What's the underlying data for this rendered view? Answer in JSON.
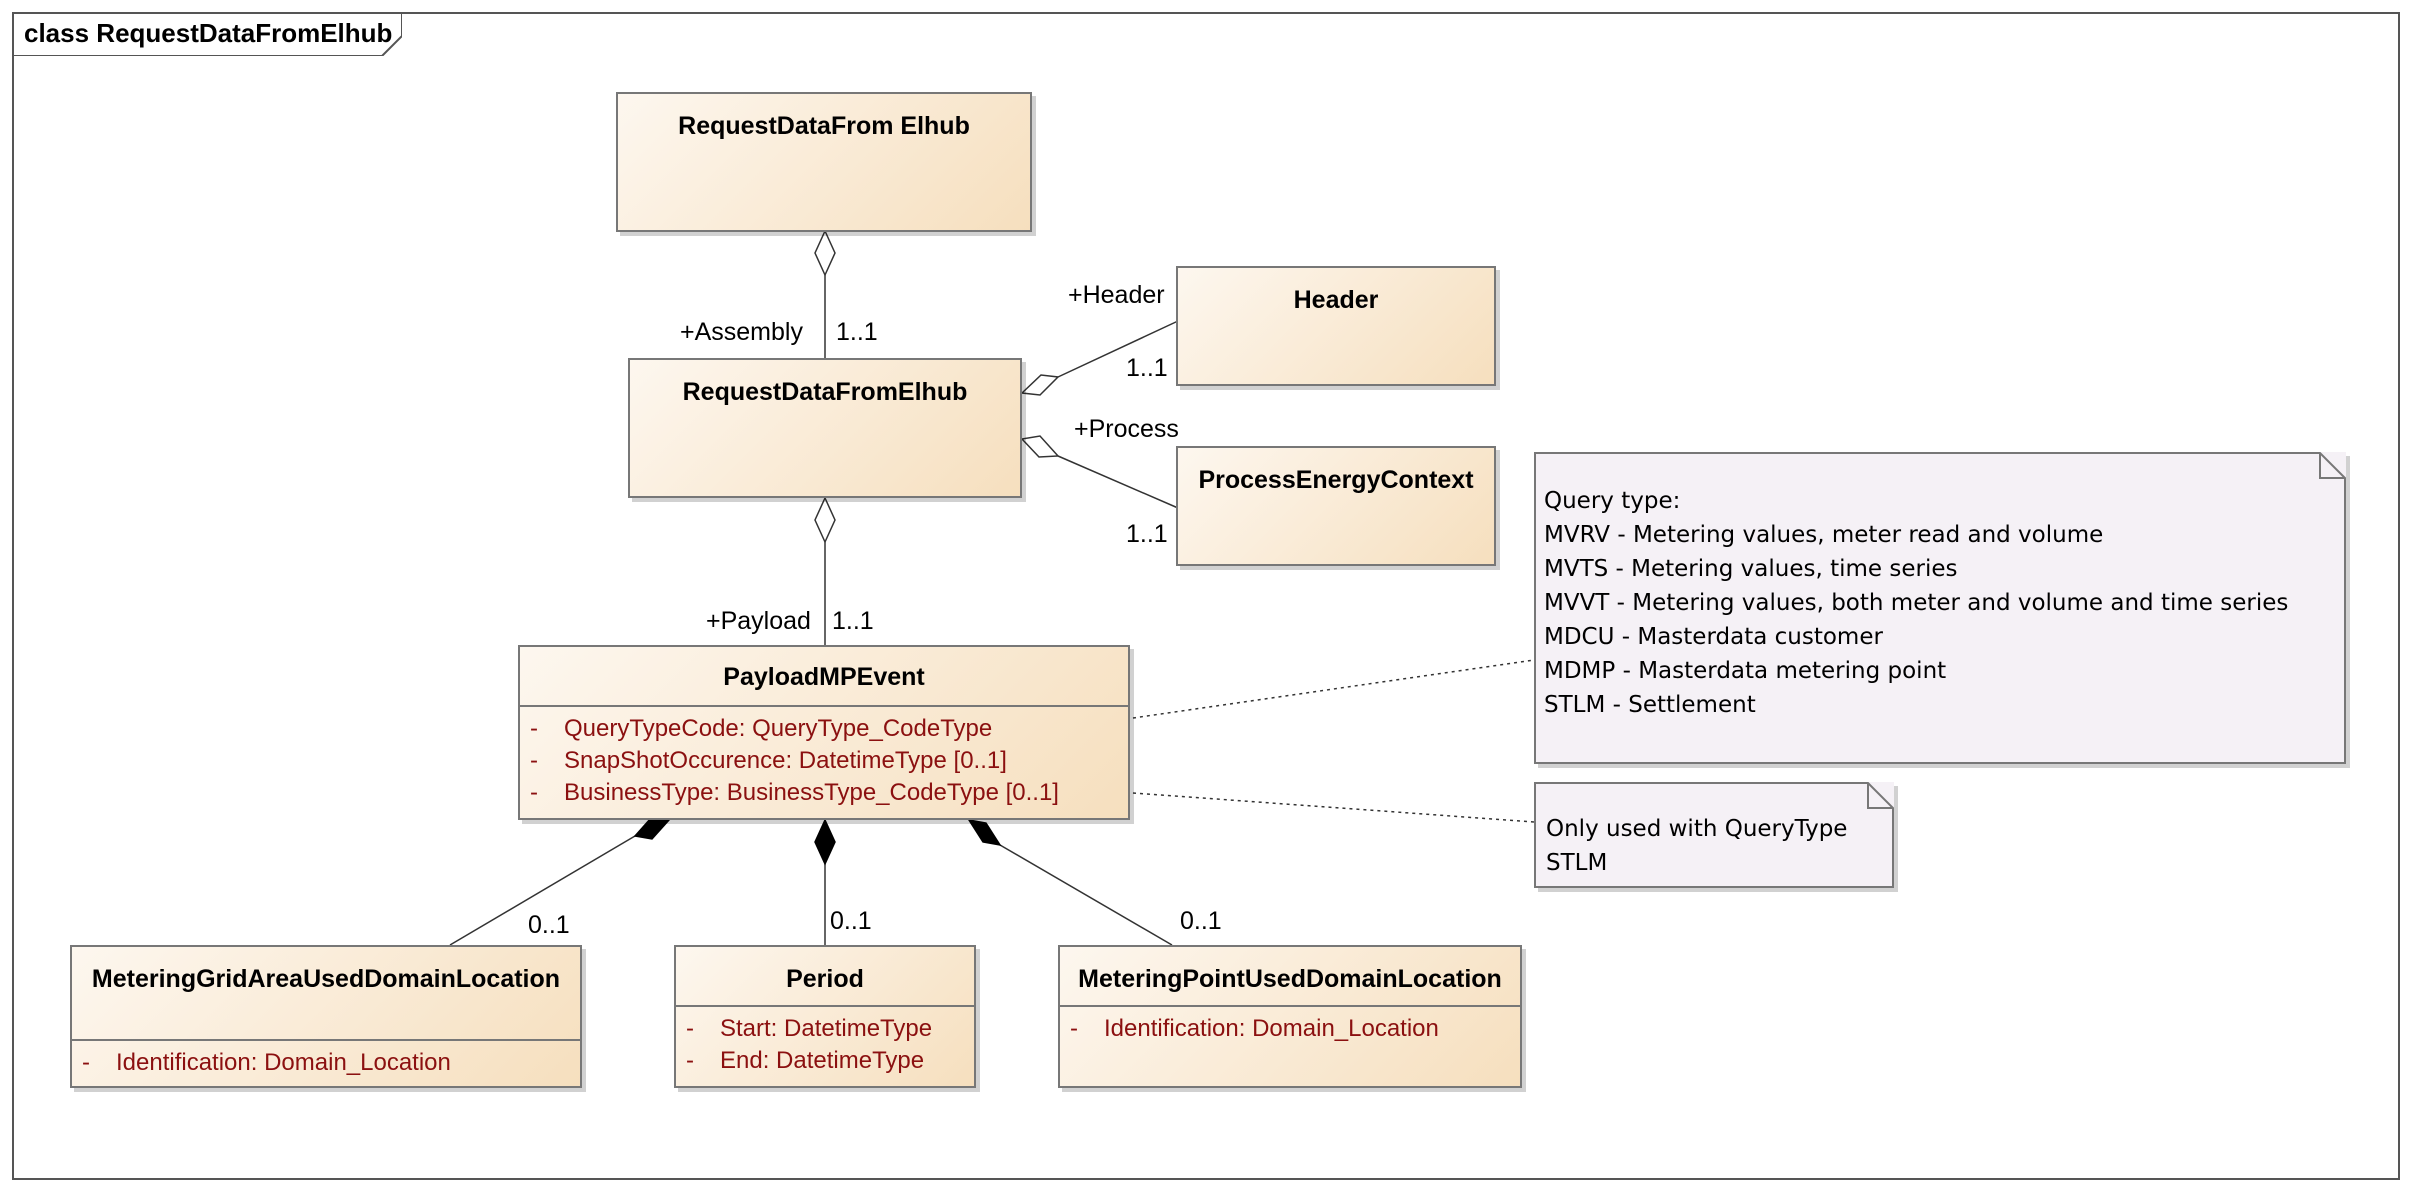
{
  "frame": {
    "title": "class RequestDataFromElhub"
  },
  "classes": {
    "root": {
      "name": "RequestDataFrom Elhub"
    },
    "request": {
      "name": "RequestDataFromElhub"
    },
    "header": {
      "name": "Header"
    },
    "process": {
      "name": "ProcessEnergyContext"
    },
    "payload": {
      "name": "PayloadMPEvent",
      "attributes": [
        {
          "visibility": "-",
          "text": "QueryTypeCode: QueryType_CodeType"
        },
        {
          "visibility": "-",
          "text": "SnapShotOccurence: DatetimeType [0..1]"
        },
        {
          "visibility": "-",
          "text": "BusinessType: BusinessType_CodeType [0..1]"
        }
      ]
    },
    "grid_area": {
      "name": "MeteringGridAreaUsedDomainLocation",
      "attributes": [
        {
          "visibility": "-",
          "text": "Identification: Domain_Location"
        }
      ]
    },
    "period": {
      "name": "Period",
      "attributes": [
        {
          "visibility": "-",
          "text": "Start: DatetimeType"
        },
        {
          "visibility": "-",
          "text": "End: DatetimeType"
        }
      ]
    },
    "metering_point": {
      "name": "MeteringPointUsedDomainLocation",
      "attributes": [
        {
          "visibility": "-",
          "text": "Identification: Domain_Location"
        }
      ]
    }
  },
  "notes": {
    "query_type": {
      "lines": [
        "Query type:",
        "MVRV - Metering values, meter read and volume",
        "MVTS - Metering values, time series",
        "MVVT - Metering values, both meter and volume and time series",
        "MDCU - Masterdata customer",
        "MDMP - Masterdata metering point",
        "STLM  -  Settlement"
      ]
    },
    "business_type": {
      "lines": [
        "Only used with QueryType",
        "STLM"
      ]
    }
  },
  "associations": {
    "assembly": {
      "role": "+Assembly",
      "multiplicity": "1..1"
    },
    "header": {
      "role": "+Header",
      "multiplicity": "1..1"
    },
    "process": {
      "role": "+Process",
      "multiplicity": "1..1"
    },
    "payload": {
      "role": "+Payload",
      "multiplicity": "1..1"
    },
    "grid_area": {
      "multiplicity": "0..1"
    },
    "period": {
      "multiplicity": "0..1"
    },
    "metering_point": {
      "multiplicity": "0..1"
    }
  },
  "colors": {
    "class_fill_light": "#fdf7ef",
    "class_fill_dark": "#f6dfbe",
    "attribute_text": "#8b1010",
    "note_fill": "#f5f1f6"
  }
}
